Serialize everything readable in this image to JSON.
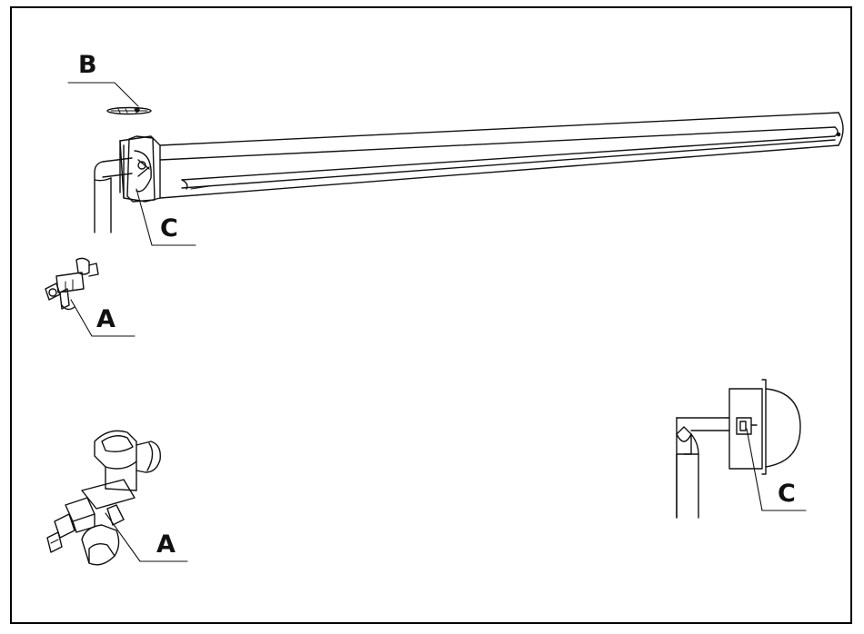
{
  "labels": {
    "b": "B",
    "c_top": "C",
    "a_small": "A",
    "a_large": "A",
    "c_detail": "C"
  },
  "colors": {
    "line": "#111111",
    "background": "#ffffff"
  }
}
